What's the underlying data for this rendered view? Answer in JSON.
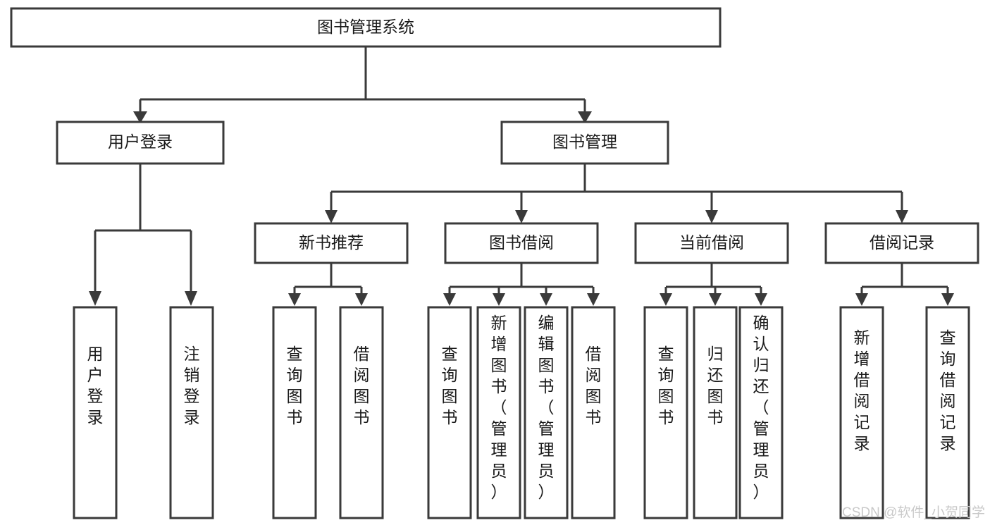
{
  "diagram": {
    "title": "图书管理系统",
    "type": "hierarchy-tree",
    "root": {
      "id": "root",
      "label": "图书管理系统",
      "orientation": "horizontal"
    },
    "level2": [
      {
        "id": "user-login",
        "label": "用户登录",
        "orientation": "horizontal"
      },
      {
        "id": "book-management",
        "label": "图书管理",
        "orientation": "horizontal"
      }
    ],
    "level3": [
      {
        "id": "new-book-recommend",
        "label": "新书推荐",
        "parent": "book-management",
        "orientation": "horizontal"
      },
      {
        "id": "book-borrow",
        "label": "图书借阅",
        "parent": "book-management",
        "orientation": "horizontal"
      },
      {
        "id": "current-borrow",
        "label": "当前借阅",
        "parent": "book-management",
        "orientation": "horizontal"
      },
      {
        "id": "borrow-record",
        "label": "借阅记录",
        "parent": "book-management",
        "orientation": "horizontal"
      }
    ],
    "leaves": [
      {
        "id": "leaf-user-login",
        "label": "用户登录",
        "parent": "user-login",
        "orientation": "vertical"
      },
      {
        "id": "leaf-logout",
        "label": "注销登录",
        "parent": "user-login",
        "orientation": "vertical"
      },
      {
        "id": "leaf-query-book-1",
        "label": "查询图书",
        "parent": "new-book-recommend",
        "orientation": "vertical"
      },
      {
        "id": "leaf-borrow-book-1",
        "label": "借阅图书",
        "parent": "new-book-recommend",
        "orientation": "vertical"
      },
      {
        "id": "leaf-query-book-2",
        "label": "查询图书",
        "parent": "book-borrow",
        "orientation": "vertical"
      },
      {
        "id": "leaf-add-book",
        "label": "新增图书（管理员）",
        "parent": "book-borrow",
        "orientation": "vertical"
      },
      {
        "id": "leaf-edit-book",
        "label": "编辑图书（管理员）",
        "parent": "book-borrow",
        "orientation": "vertical"
      },
      {
        "id": "leaf-borrow-book-2",
        "label": "借阅图书",
        "parent": "book-borrow",
        "orientation": "vertical"
      },
      {
        "id": "leaf-query-book-3",
        "label": "查询图书",
        "parent": "current-borrow",
        "orientation": "vertical"
      },
      {
        "id": "leaf-return-book",
        "label": "归还图书",
        "parent": "current-borrow",
        "orientation": "vertical"
      },
      {
        "id": "leaf-confirm-return",
        "label": "确认归还（管理员）",
        "parent": "current-borrow",
        "orientation": "vertical"
      },
      {
        "id": "leaf-add-record",
        "label": "新增借阅记录",
        "parent": "borrow-record",
        "orientation": "vertical"
      },
      {
        "id": "leaf-query-record",
        "label": "查询借阅记录",
        "parent": "borrow-record",
        "orientation": "vertical"
      }
    ],
    "colors": {
      "box_stroke": "#3a3a3a",
      "box_fill": "#ffffff",
      "connector": "#3a3a3a",
      "text": "#1a1a1a",
      "watermark": "#c9c9c9",
      "background": "#ffffff"
    }
  },
  "watermark": {
    "text": "CSDN @软件_小贺同学"
  }
}
